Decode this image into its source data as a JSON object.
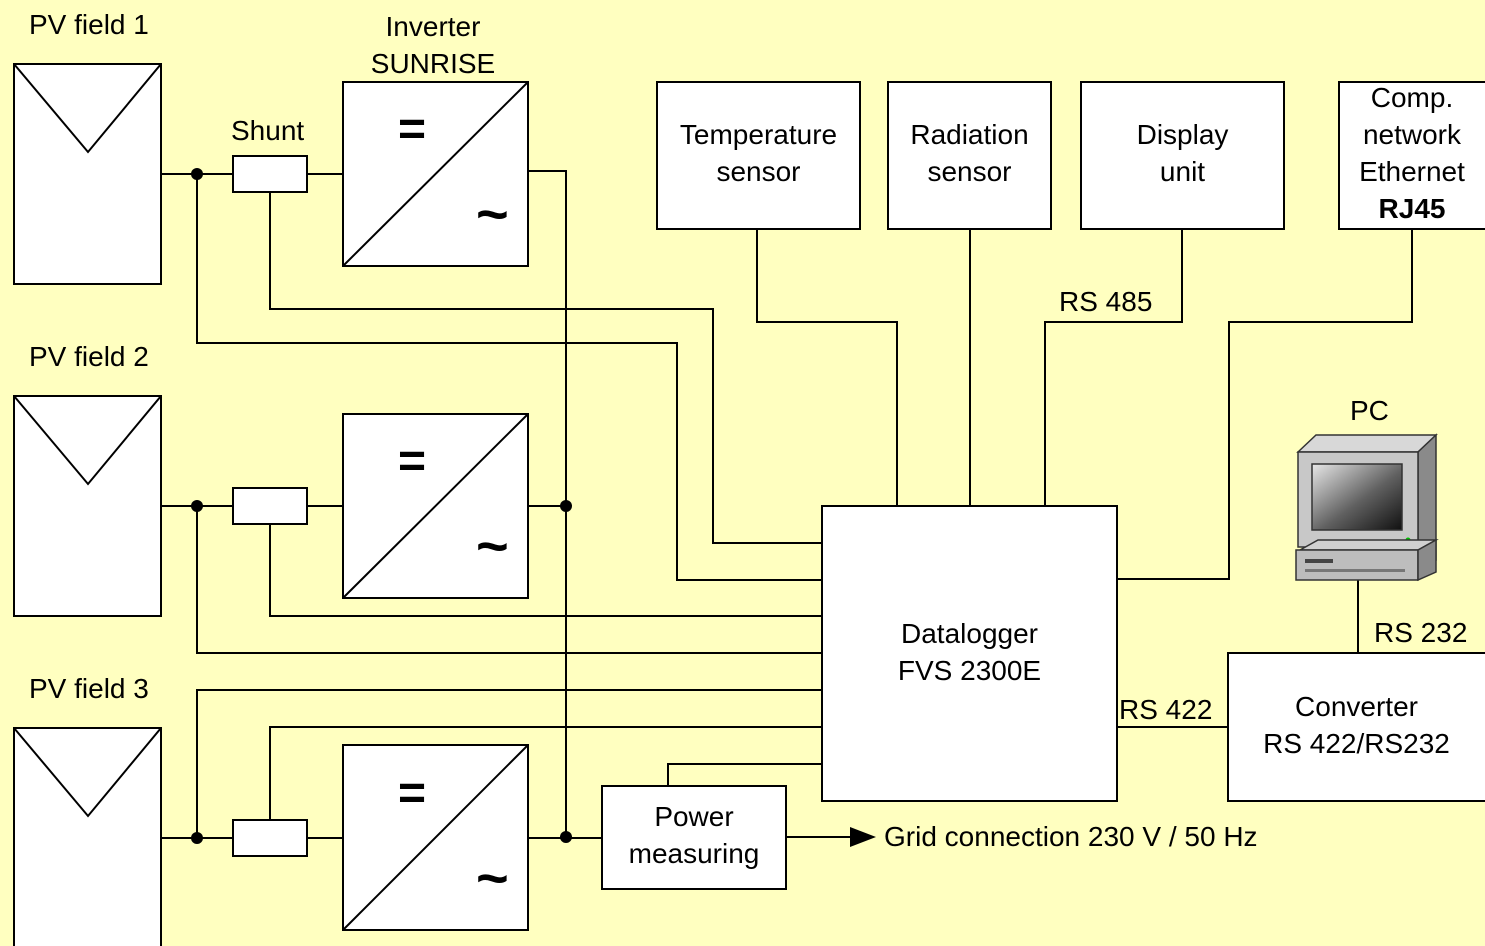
{
  "colors": {
    "background": "#FFFFC0",
    "line": "#000000",
    "box_fill": "#FFFFFF"
  },
  "pv_fields": [
    {
      "label": "PV field 1"
    },
    {
      "label": "PV field 2"
    },
    {
      "label": "PV field 3"
    }
  ],
  "inverter": {
    "title_line1": "Inverter",
    "title_line2": "SUNRISE",
    "dc_symbol": "=",
    "ac_symbol": "~"
  },
  "shunt": {
    "label": "Shunt"
  },
  "temperature_sensor": {
    "line1": "Temperature",
    "line2": "sensor"
  },
  "radiation_sensor": {
    "line1": "Radiation",
    "line2": "sensor"
  },
  "display_unit": {
    "line1": "Display",
    "line2": "unit"
  },
  "comp_network": {
    "line1": "Comp.",
    "line2": "network",
    "line3": "Ethernet",
    "line4": "RJ45"
  },
  "datalogger": {
    "line1": "Datalogger",
    "line2": "FVS 2300E"
  },
  "converter": {
    "line1": "Converter",
    "line2": "RS 422/RS232"
  },
  "pc": {
    "label": "PC",
    "icon": "computer-icon"
  },
  "power_measuring": {
    "line1": "Power",
    "line2": "measuring"
  },
  "grid": {
    "label": "Grid connection 230 V / 50 Hz"
  },
  "links": {
    "rs485": "RS 485",
    "rs232": "RS 232",
    "rs422": "RS 422"
  }
}
